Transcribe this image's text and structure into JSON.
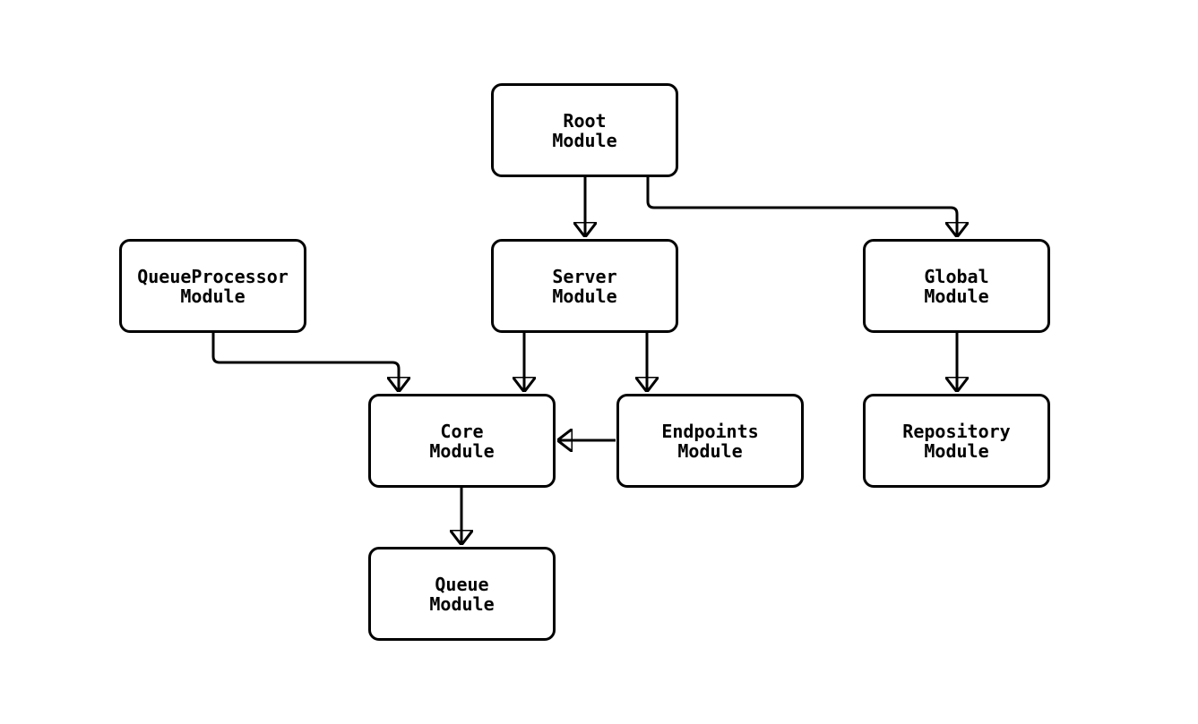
{
  "diagram": {
    "title": "module dependency diagram",
    "background_color": "#ffffff",
    "node_border_color": "#000000",
    "node_fill_color": "#ffffff",
    "edge_color": "#000000",
    "nodes": {
      "root": {
        "line1": "Root",
        "line2": "Module"
      },
      "queueprocessor": {
        "line1": "QueueProcessor",
        "line2": "Module"
      },
      "server": {
        "line1": "Server",
        "line2": "Module"
      },
      "global": {
        "line1": "Global",
        "line2": "Module"
      },
      "core": {
        "line1": "Core",
        "line2": "Module"
      },
      "endpoints": {
        "line1": "Endpoints",
        "line2": "Module"
      },
      "repository": {
        "line1": "Repository",
        "line2": "Module"
      },
      "queue": {
        "line1": "Queue",
        "line2": "Module"
      }
    },
    "edges": [
      {
        "from": "Root Module",
        "to": "Server Module"
      },
      {
        "from": "Root Module",
        "to": "Global Module"
      },
      {
        "from": "QueueProcessor Module",
        "to": "Core Module"
      },
      {
        "from": "Server Module",
        "to": "Core Module"
      },
      {
        "from": "Server Module",
        "to": "Endpoints Module"
      },
      {
        "from": "Endpoints Module",
        "to": "Core Module"
      },
      {
        "from": "Global Module",
        "to": "Repository Module"
      },
      {
        "from": "Core Module",
        "to": "Queue Module"
      }
    ]
  }
}
